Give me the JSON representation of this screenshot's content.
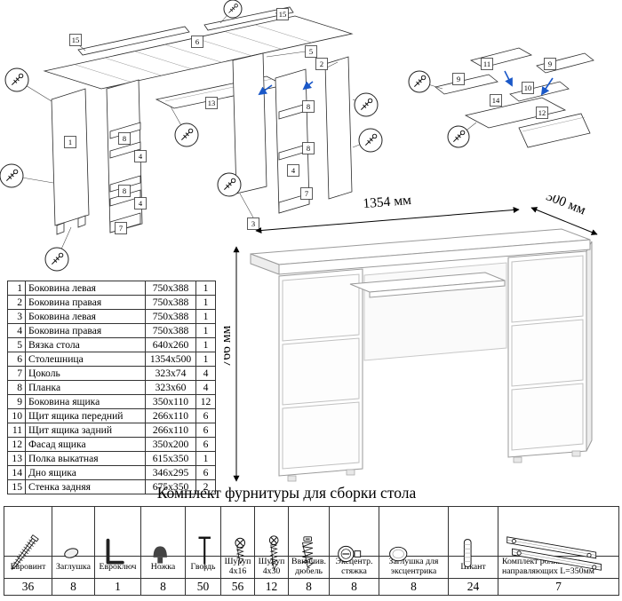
{
  "exploded_diagram": {
    "labels": [
      "15",
      "6",
      "15",
      "1",
      "8",
      "4",
      "8",
      "4",
      "7",
      "13",
      "5",
      "2",
      "8",
      "8",
      "4",
      "7",
      "3"
    ]
  },
  "drawer_diagram": {
    "labels": [
      "11",
      "9",
      "9",
      "10",
      "14",
      "12"
    ]
  },
  "desk_view": {
    "width_label": "1354 мм",
    "depth_label": "500 мм",
    "height_label": "766 мм"
  },
  "parts_table": {
    "rows": [
      {
        "num": "1",
        "name": "Боковина левая",
        "size": "750x388",
        "qty": "1"
      },
      {
        "num": "2",
        "name": "Боковина правая",
        "size": "750x388",
        "qty": "1"
      },
      {
        "num": "3",
        "name": "Боковина левая",
        "size": "750x388",
        "qty": "1"
      },
      {
        "num": "4",
        "name": "Боковина правая",
        "size": "750x388",
        "qty": "1"
      },
      {
        "num": "5",
        "name": "Вязка стола",
        "size": "640x260",
        "qty": "1"
      },
      {
        "num": "6",
        "name": "Столешница",
        "size": "1354x500",
        "qty": "1"
      },
      {
        "num": "7",
        "name": "Цоколь",
        "size": "323x74",
        "qty": "4"
      },
      {
        "num": "8",
        "name": "Планка",
        "size": "323x60",
        "qty": "4"
      },
      {
        "num": "9",
        "name": "Боковина ящика",
        "size": "350x110",
        "qty": "12"
      },
      {
        "num": "10",
        "name": "Щит ящика передний",
        "size": "266x110",
        "qty": "6"
      },
      {
        "num": "11",
        "name": "Щит ящика задний",
        "size": "266x110",
        "qty": "6"
      },
      {
        "num": "12",
        "name": "Фасад ящика",
        "size": "350x200",
        "qty": "6"
      },
      {
        "num": "13",
        "name": "Полка выкатная",
        "size": "615x350",
        "qty": "1"
      },
      {
        "num": "14",
        "name": "Дно ящика",
        "size": "346x295",
        "qty": "6"
      },
      {
        "num": "15",
        "name": "Стенка задняя",
        "size": "675x350",
        "qty": "2"
      }
    ]
  },
  "hardware": {
    "title": "Комплект фурнитуры для сборки стола",
    "items": [
      {
        "name": "Евровинт",
        "qty": "36",
        "icon": "euro-screw"
      },
      {
        "name": "Заглушка",
        "qty": "8",
        "icon": "plug"
      },
      {
        "name": "Евроключ",
        "qty": "1",
        "icon": "hex-key"
      },
      {
        "name": "Ножка",
        "qty": "8",
        "icon": "leg"
      },
      {
        "name": "Гвоздь",
        "qty": "50",
        "icon": "nail"
      },
      {
        "name": "Шуруп 4x16",
        "qty": "56",
        "icon": "screw-4x16"
      },
      {
        "name": "Шуруп 4x30",
        "qty": "12",
        "icon": "screw-4x30"
      },
      {
        "name": "Ввинчив. дюбель",
        "qty": "8",
        "icon": "dowel-screw"
      },
      {
        "name": "Эксцентр. стяжка",
        "qty": "8",
        "icon": "cam-lock"
      },
      {
        "name": "Заглушка для эксцентрика",
        "qty": "8",
        "icon": "cam-cap"
      },
      {
        "name": "Шкант",
        "qty": "24",
        "icon": "wood-dowel"
      },
      {
        "name": "Комплект роликовых направляющих L=350мм",
        "qty": "7",
        "icon": "roller-guides"
      }
    ]
  }
}
